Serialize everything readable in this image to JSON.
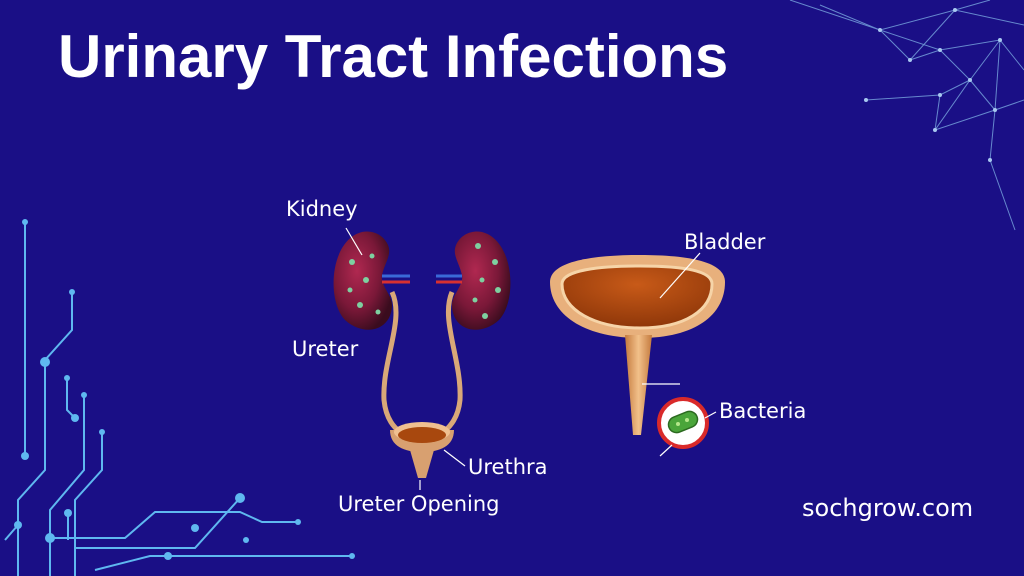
{
  "title": "Urinary Tract Infections",
  "labels": {
    "kidney": "Kidney",
    "ureter": "Ureter",
    "bladder": "Bladder",
    "bacteria": "Bacteria",
    "urethra": "Urethra",
    "ureter_opening": "Ureter Opening"
  },
  "website": "sochgrow.com",
  "colors": {
    "background": "#1a0f86",
    "circuit": "#5fb8f0",
    "kidney": "#7a1a3a",
    "bladder_outer": "#e8b07c",
    "bladder_inner": "#a8480e",
    "bacteria_ring": "#d92a2a",
    "bacteria_cell": "#4aa53a"
  }
}
